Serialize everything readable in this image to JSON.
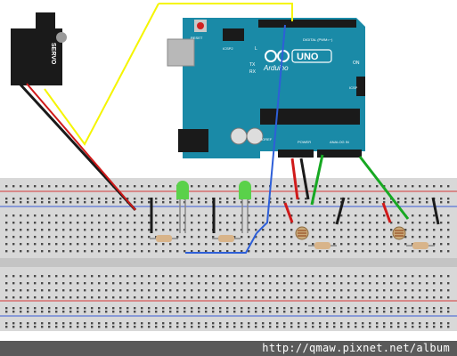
{
  "arduino": {
    "reset_label": "RESET",
    "icsp2_label": "ICSP2",
    "digital_label": "DIGITAL (PWM=~)",
    "l_label": "L",
    "tx_label": "TX",
    "rx_label": "RX",
    "brand": "Arduino",
    "model": "UNO",
    "on_label": "ON",
    "icsp_label": "ICSP",
    "power_label": "POWER",
    "analog_label": "ANALOG IN",
    "ioref_label": "IOREF"
  },
  "servo": {
    "label": "SERVO"
  },
  "watermark": {
    "text": "http://qmaw.pixnet.net/album"
  },
  "colors": {
    "board_teal": "#1a8aa7",
    "board_dark": "#15708a",
    "breadboard": "#d5d5d5",
    "rail_red": "#d63a3a",
    "rail_blue": "#3a5bd6",
    "wire_yellow": "#f5f500",
    "wire_green": "#17a822",
    "wire_blue": "#2e5fd8",
    "wire_red": "#d01a1a",
    "wire_black": "#1a1a1a",
    "led_green": "#5ad14a",
    "footer": "#5a5a5a"
  }
}
